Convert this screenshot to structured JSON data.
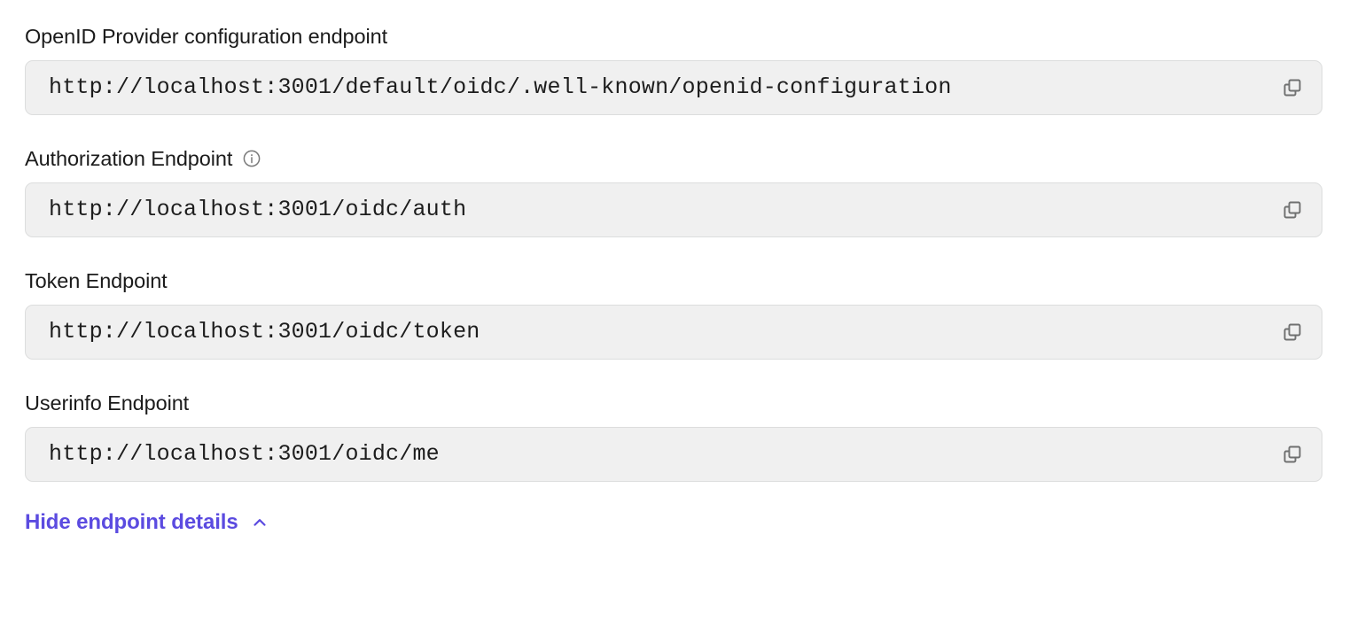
{
  "theme": {
    "page_background": "#ffffff",
    "field_background": "#f0f0f0",
    "field_border": "#dcdddd",
    "label_color": "#1b1b1b",
    "value_color": "#1d1d1d",
    "accent": "#5b4be0",
    "icon_gray": "#6f7070"
  },
  "endpoints": [
    {
      "label": "OpenID Provider configuration endpoint",
      "has_info_icon": false,
      "value": "http://localhost:3001/default/oidc/.well-known/openid-configuration",
      "copy_icon": "copy-icon"
    },
    {
      "label": "Authorization Endpoint",
      "has_info_icon": true,
      "info_icon": "info-icon",
      "value": "http://localhost:3001/oidc/auth",
      "copy_icon": "copy-icon"
    },
    {
      "label": "Token Endpoint",
      "has_info_icon": false,
      "value": "http://localhost:3001/oidc/token",
      "copy_icon": "copy-icon"
    },
    {
      "label": "Userinfo Endpoint",
      "has_info_icon": false,
      "value": "http://localhost:3001/oidc/me",
      "copy_icon": "copy-icon"
    }
  ],
  "toggle": {
    "label": "Hide endpoint details",
    "icon": "chevron-up-icon"
  }
}
